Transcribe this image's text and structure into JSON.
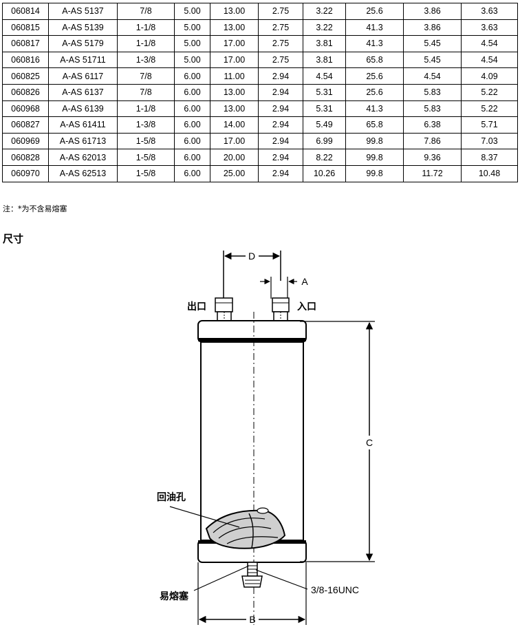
{
  "table": {
    "rows": [
      [
        "060814",
        "A-AS 5137",
        "7/8",
        "5.00",
        "13.00",
        "2.75",
        "3.22",
        "25.6",
        "3.86",
        "3.63"
      ],
      [
        "060815",
        "A-AS 5139",
        "1-1/8",
        "5.00",
        "13.00",
        "2.75",
        "3.22",
        "41.3",
        "3.86",
        "3.63"
      ],
      [
        "060817",
        "A-AS 5179",
        "1-1/8",
        "5.00",
        "17.00",
        "2.75",
        "3.81",
        "41.3",
        "5.45",
        "4.54"
      ],
      [
        "060816",
        "A-AS 51711",
        "1-3/8",
        "5.00",
        "17.00",
        "2.75",
        "3.81",
        "65.8",
        "5.45",
        "4.54"
      ],
      [
        "060825",
        "A-AS 6117",
        "7/8",
        "6.00",
        "11.00",
        "2.94",
        "4.54",
        "25.6",
        "4.54",
        "4.09"
      ],
      [
        "060826",
        "A-AS 6137",
        "7/8",
        "6.00",
        "13.00",
        "2.94",
        "5.31",
        "25.6",
        "5.83",
        "5.22"
      ],
      [
        "060968",
        "A-AS 6139",
        "1-1/8",
        "6.00",
        "13.00",
        "2.94",
        "5.31",
        "41.3",
        "5.83",
        "5.22"
      ],
      [
        "060827",
        "A-AS 61411",
        "1-3/8",
        "6.00",
        "14.00",
        "2.94",
        "5.49",
        "65.8",
        "6.38",
        "5.71"
      ],
      [
        "060969",
        "A-AS 61713",
        "1-5/8",
        "6.00",
        "17.00",
        "2.94",
        "6.99",
        "99.8",
        "7.86",
        "7.03"
      ],
      [
        "060828",
        "A-AS 62013",
        "1-5/8",
        "6.00",
        "20.00",
        "2.94",
        "8.22",
        "99.8",
        "9.36",
        "8.37"
      ],
      [
        "060970",
        "A-AS 62513",
        "1-5/8",
        "6.00",
        "25.00",
        "2.94",
        "10.26",
        "99.8",
        "11.72",
        "10.48"
      ]
    ]
  },
  "note": "注：*为不含易熔塞",
  "section_title": "尺寸",
  "diagram": {
    "label_d": "D",
    "label_a": "A",
    "label_c": "C",
    "label_b": "B",
    "label_outlet": "出口",
    "label_inlet": "入口",
    "label_oil_hole": "回油孔",
    "label_fusible_plug": "易熔塞",
    "label_thread": "3/8-16UNC"
  }
}
